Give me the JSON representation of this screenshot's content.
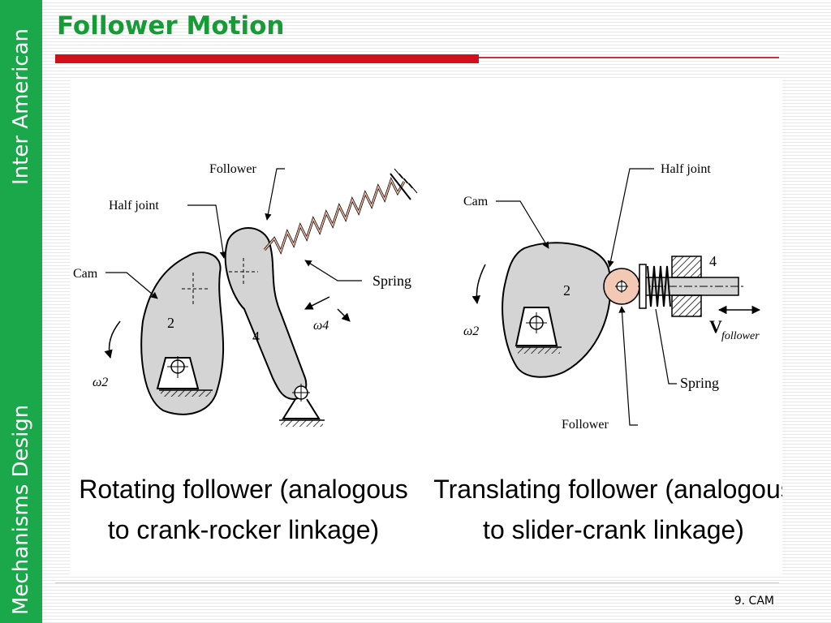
{
  "sidebar": {
    "top_text": "Inter American",
    "bottom_text": "Mechanisms Design"
  },
  "slide": {
    "title": "Follower Motion",
    "footer": "9. CAM"
  },
  "left_diagram": {
    "labels": {
      "follower": "Follower",
      "half_joint": "Half joint",
      "cam": "Cam",
      "spring": "Spring",
      "omega4": "ω4",
      "link_num": "4",
      "cam_num": "2",
      "omega2": "ω2"
    },
    "caption_line1": "Rotating follower (analogous",
    "caption_line2": "to crank-rocker linkage)"
  },
  "right_diagram": {
    "labels": {
      "half_joint": "Half joint",
      "cam": "Cam",
      "link_num": "4",
      "cam_num": "2",
      "omega2": "ω2",
      "v_follower_v": "V",
      "v_follower_sub": "follower",
      "spring": "Spring",
      "follower": "Follower"
    },
    "caption_line1": "Translating follower (analogous",
    "caption_line2": "to slider-crank linkage)"
  },
  "colors": {
    "sidebar": "#1aa84a",
    "title": "#169c35",
    "accent_red": "#d0101a",
    "spring": "#f2b8a0",
    "cam_fill": "#d4d4d4"
  }
}
